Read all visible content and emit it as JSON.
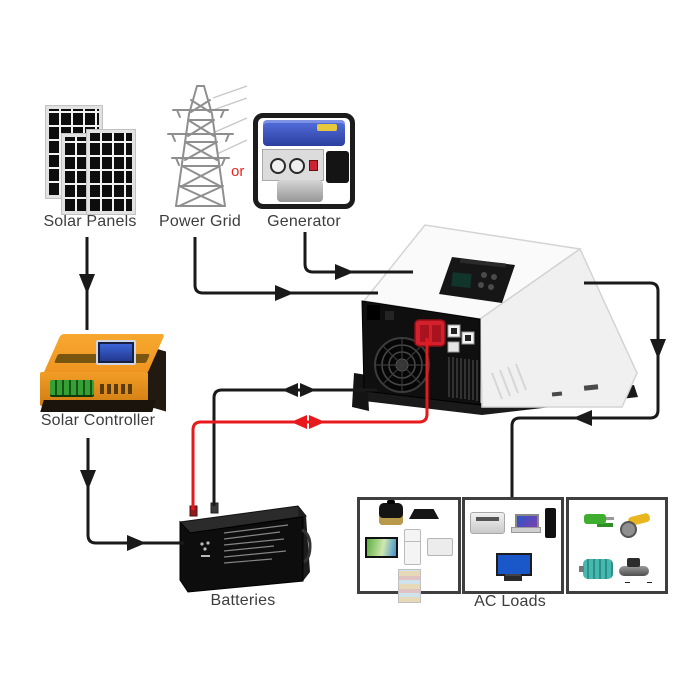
{
  "diagram_title": "Solar power inverter system wiring diagram",
  "nodes": {
    "solar_panels": {
      "label": "Solar Panels"
    },
    "power_grid": {
      "label": "Power Grid"
    },
    "or_text": "or",
    "generator": {
      "label": "Generator"
    },
    "solar_controller": {
      "label": "Solar Controller"
    },
    "inverter": {
      "label": ""
    },
    "batteries": {
      "label": "Batteries"
    },
    "ac_loads": {
      "label": "AC Loads"
    }
  },
  "connections": [
    {
      "from": "solar-panels",
      "to": "solar-controller",
      "wire": "black",
      "direction": "one-way"
    },
    {
      "from": "power-grid",
      "to": "inverter",
      "wire": "black",
      "direction": "one-way"
    },
    {
      "from": "generator",
      "to": "inverter",
      "wire": "black",
      "direction": "one-way"
    },
    {
      "from": "solar-controller",
      "to": "batteries",
      "wire": "black",
      "direction": "one-way"
    },
    {
      "from": "batteries",
      "to": "inverter",
      "wire": "black",
      "direction": "two-way"
    },
    {
      "from": "batteries",
      "to": "inverter",
      "wire": "red",
      "direction": "two-way"
    },
    {
      "from": "inverter",
      "to": "ac-loads",
      "wire": "black",
      "direction": "one-way"
    }
  ],
  "ac_load_groups": [
    {
      "items": [
        "pressure-cooker",
        "range-hood",
        "tv",
        "refrigerator",
        "microwave",
        "open-fridge"
      ]
    },
    {
      "items": [
        "printer",
        "laptop",
        "pc-tower",
        "monitor-keyboard"
      ]
    },
    {
      "items": [
        "drill",
        "angle-grinder",
        "electric-motor",
        "air-compressor"
      ]
    }
  ],
  "colors": {
    "background": "#ffffff",
    "wire_black": "#1a1a1a",
    "wire_red": "#e8191c",
    "or_text": "#e8251f",
    "controller_body": "#f09a28",
    "generator_tank": "#3b52c0",
    "label_text": "#3d3d3d"
  }
}
